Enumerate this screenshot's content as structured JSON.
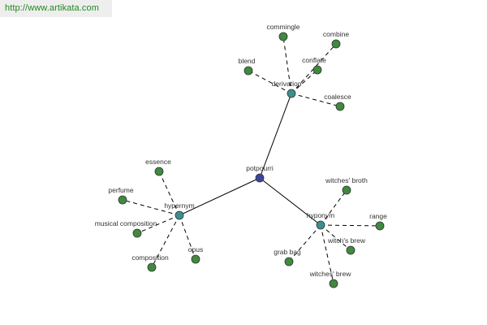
{
  "banner": {
    "text": "http://www.artikata.com"
  },
  "colors": {
    "root": "#3a44a0",
    "category": "#3d8f8f",
    "leaf": "#3f8a3f",
    "background": "#ffffff"
  },
  "graph": {
    "root": {
      "id": "potpourri",
      "label": "potpourri"
    },
    "categories": [
      {
        "id": "derivation",
        "label": "derivation",
        "leaves": [
          "commingle",
          "combine",
          "blend",
          "conflate",
          "coalesce"
        ]
      },
      {
        "id": "hypernym",
        "label": "hypernym",
        "leaves": [
          "essence",
          "perfume",
          "musical composition",
          "composition",
          "opus"
        ]
      },
      {
        "id": "hyponym",
        "label": "hyponym",
        "leaves": [
          "witches' broth",
          "range",
          "grab bag",
          "witch's brew",
          "witches' brew"
        ]
      }
    ]
  }
}
